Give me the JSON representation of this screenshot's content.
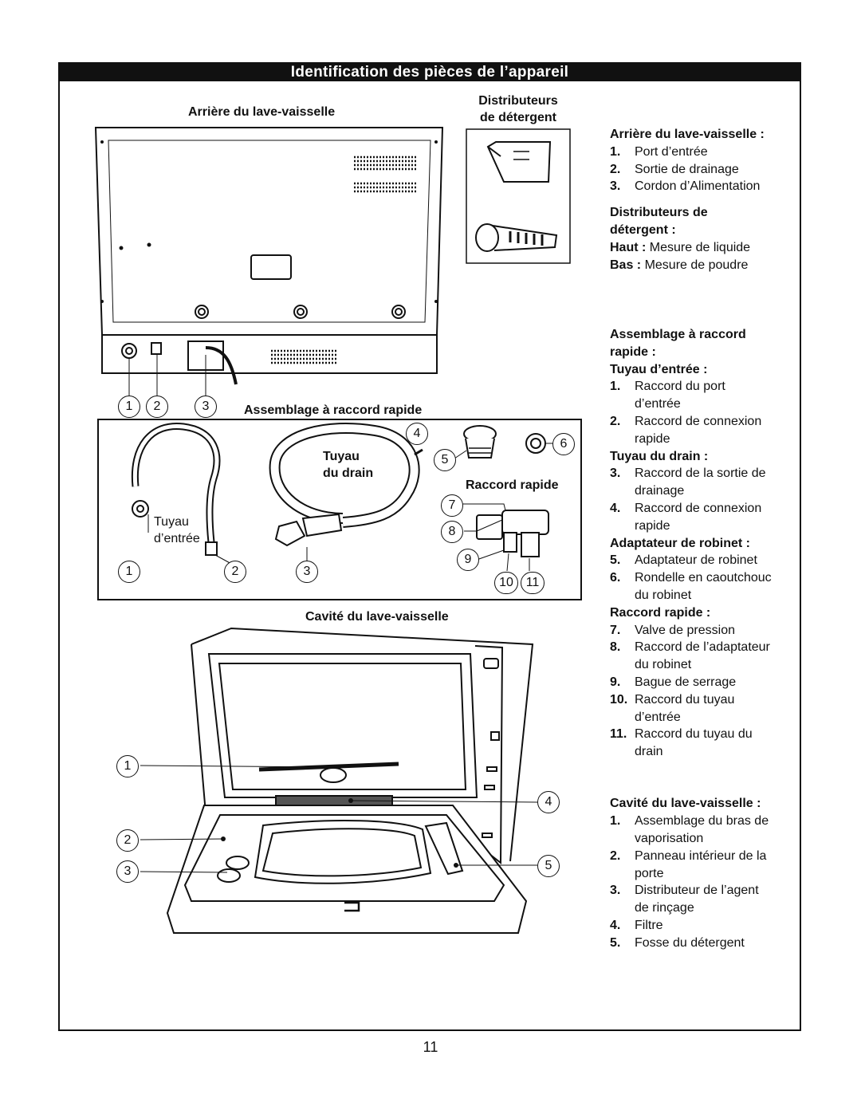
{
  "title": "Identification des pièces de l’appareil",
  "page_number": "11",
  "figures": {
    "rear": {
      "label": "Arrière du lave-vaisselle",
      "callouts": [
        "1",
        "2",
        "3"
      ]
    },
    "dispensers": {
      "label_line1": "Distributeurs",
      "label_line2": "de détergent"
    },
    "quick_connect": {
      "label": "Assemblage à raccord rapide",
      "inlet_hose_line1": "Tuyau",
      "inlet_hose_line2": "d’entrée",
      "drain_hose_line1": "Tuyau",
      "drain_hose_line2": "du drain",
      "quick_connector": "Raccord rapide",
      "callouts": [
        "1",
        "2",
        "3",
        "4",
        "5",
        "6",
        "7",
        "8",
        "9",
        "10",
        "11"
      ]
    },
    "cavity": {
      "label": "Cavité du lave-vaisselle",
      "callouts": [
        "1",
        "2",
        "3",
        "4",
        "5"
      ]
    }
  },
  "legend": {
    "rear": {
      "heading": "Arrière du lave-vaisselle :",
      "items": [
        {
          "n": "1.",
          "t": "Port d’entrée"
        },
        {
          "n": "2.",
          "t": "Sortie de drainage"
        },
        {
          "n": "3.",
          "t": "Cordon d’Alimentation"
        }
      ]
    },
    "dispensers": {
      "heading_line1": "Distributeurs de",
      "heading_line2": "détergent :",
      "top_label": "Haut :",
      "top_text": " Mesure de liquide",
      "bottom_label": "Bas :",
      "bottom_text": " Mesure de poudre"
    },
    "quick": {
      "heading_line1": "Assemblage à raccord",
      "heading_line2": "rapide :",
      "inlet_heading": "Tuyau d’entrée :",
      "inlet_items": [
        {
          "n": "1.",
          "t1": "Raccord du port",
          "t2": "d’entrée"
        },
        {
          "n": "2.",
          "t1": "Raccord de connexion",
          "t2": "rapide"
        }
      ],
      "drain_heading": "Tuyau du drain :",
      "drain_items": [
        {
          "n": "3.",
          "t1": "Raccord de la sortie de",
          "t2": "drainage"
        },
        {
          "n": "4.",
          "t1": "Raccord de connexion",
          "t2": "rapide"
        }
      ],
      "faucet_heading": "Adaptateur de robinet :",
      "faucet_items": [
        {
          "n": "5.",
          "t1": "Adaptateur de robinet",
          "t2": ""
        },
        {
          "n": "6.",
          "t1": "Rondelle en caoutchouc",
          "t2": "du robinet"
        }
      ],
      "connector_heading": "Raccord rapide :",
      "connector_items": [
        {
          "n": "7.",
          "t1": "Valve de pression",
          "t2": ""
        },
        {
          "n": "8.",
          "t1": "Raccord de l’adaptateur",
          "t2": "du robinet"
        },
        {
          "n": "9.",
          "t1": "Bague de serrage",
          "t2": ""
        },
        {
          "n": "10.",
          "t1": "Raccord du tuyau",
          "t2": "d’entrée"
        },
        {
          "n": "11.",
          "t1": "Raccord du tuyau du",
          "t2": "drain"
        }
      ]
    },
    "cavity": {
      "heading": "Cavité du lave-vaisselle :",
      "items": [
        {
          "n": "1.",
          "t1": "Assemblage du bras de",
          "t2": "vaporisation"
        },
        {
          "n": "2.",
          "t1": "Panneau intérieur de la",
          "t2": "porte"
        },
        {
          "n": "3.",
          "t1": "Distributeur de l’agent",
          "t2": "de rinçage"
        },
        {
          "n": "4.",
          "t1": "Filtre",
          "t2": ""
        },
        {
          "n": "5.",
          "t1": "Fosse du détergent",
          "t2": ""
        }
      ]
    }
  }
}
